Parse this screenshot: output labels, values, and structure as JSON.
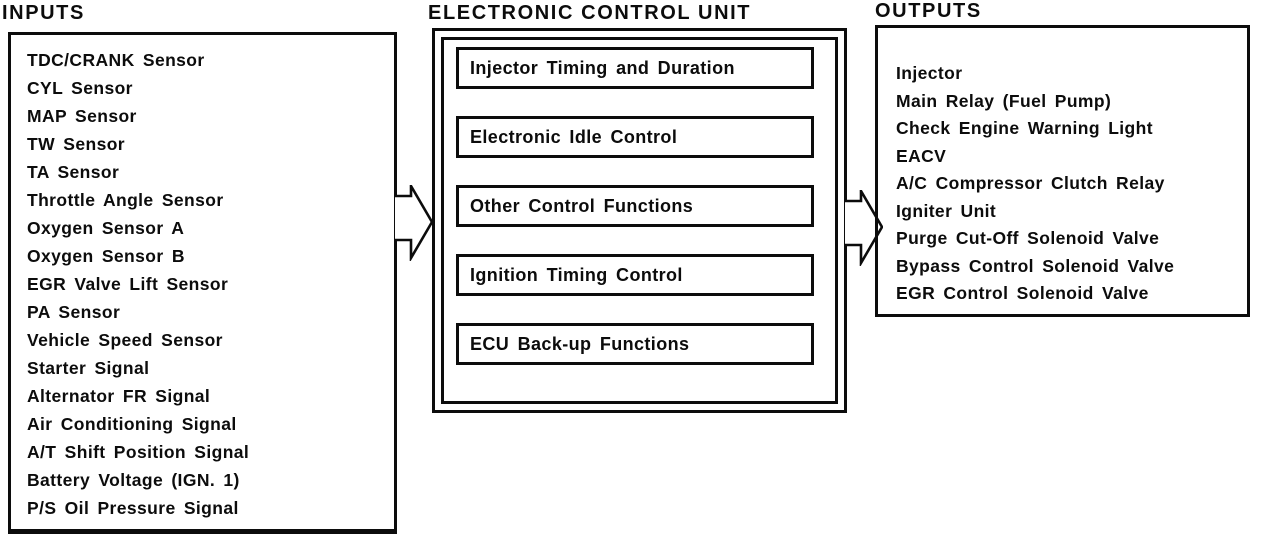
{
  "colors": {
    "ink": "#0c0c0c",
    "background": "#ffffff"
  },
  "inputs": {
    "label": "INPUTS",
    "items": [
      "TDC/CRANK Sensor",
      "CYL Sensor",
      "MAP Sensor",
      "TW Sensor",
      "TA Sensor",
      "Throttle Angle Sensor",
      "Oxygen Sensor A",
      "Oxygen Sensor B",
      "EGR Valve Lift Sensor",
      "PA Sensor",
      "Vehicle Speed Sensor",
      "Starter Signal",
      "Alternator FR Signal",
      "Air Conditioning Signal",
      "A/T Shift Position Signal",
      "Battery Voltage (IGN. 1)",
      "P/S Oil Pressure Signal"
    ]
  },
  "ecu": {
    "label": "ELECTRONIC CONTROL UNIT",
    "functions": [
      "Injector Timing and Duration",
      "Electronic Idle Control",
      "Other Control Functions",
      "Ignition Timing Control",
      "ECU Back-up Functions"
    ]
  },
  "outputs": {
    "label": "OUTPUTS",
    "items": [
      "Injector",
      "Main Relay (Fuel Pump)",
      "Check Engine Warning Light",
      "EACV",
      "A/C Compressor Clutch Relay",
      "Igniter Unit",
      "Purge Cut-Off Solenoid Valve",
      "Bypass Control Solenoid Valve",
      "EGR Control Solenoid Valve"
    ]
  }
}
